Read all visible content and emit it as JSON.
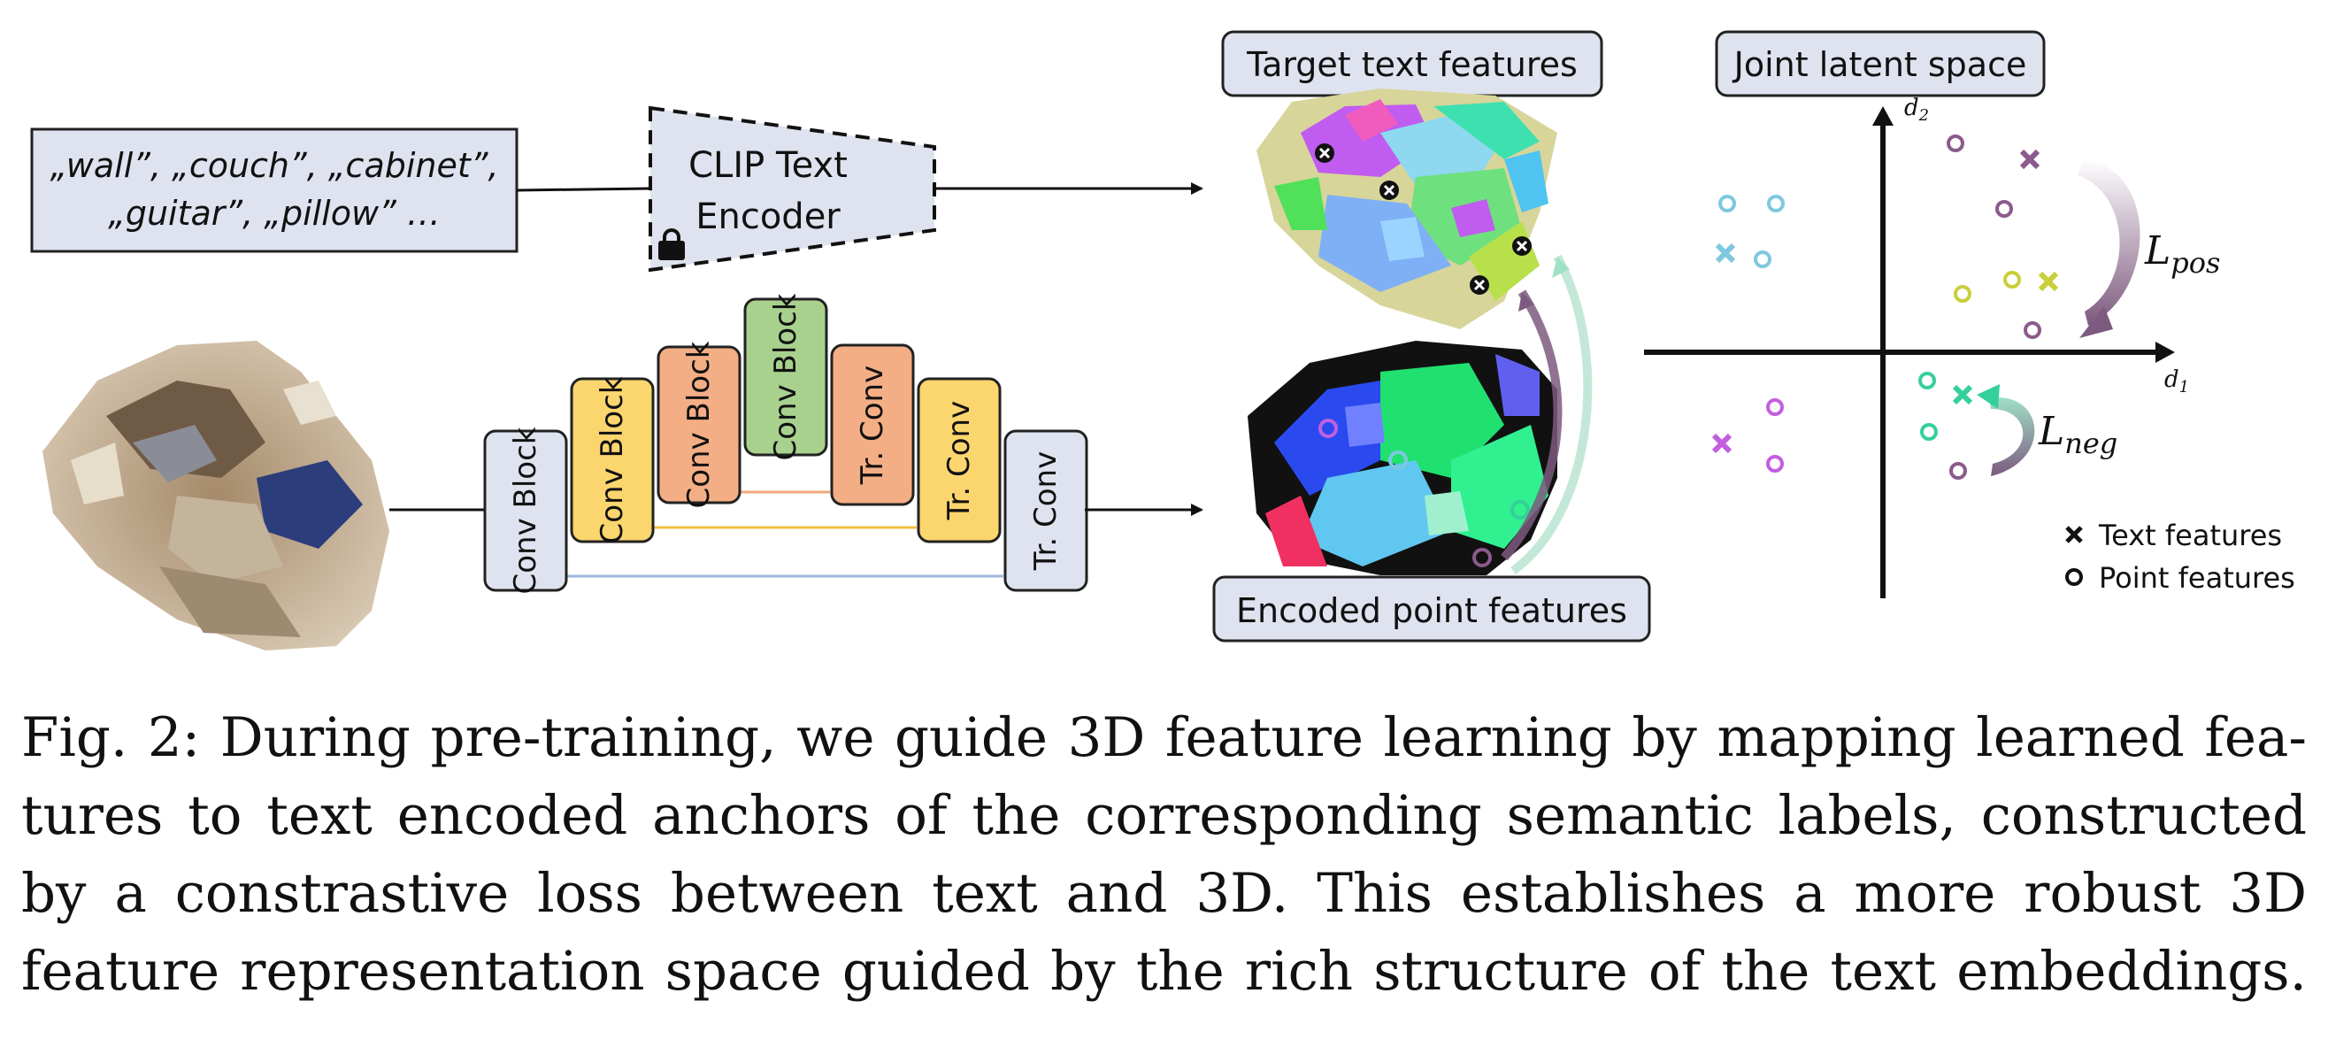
{
  "diagram": {
    "text_input_box": {
      "line1": "„wall”, „couch”, „cabinet”,",
      "line2": "„guitar”,  „pillow” …"
    },
    "clip_encoder": {
      "line1": "CLIP Text",
      "line2": "Encoder"
    },
    "unet_blocks": [
      {
        "label": "Conv Block",
        "color": "#dfe3ef"
      },
      {
        "label": "Conv Block",
        "color": "#fbd66e"
      },
      {
        "label": "Conv Block",
        "color": "#f4ae85"
      },
      {
        "label": "Conv Block",
        "color": "#a9d18e"
      },
      {
        "label": "Tr. Conv",
        "color": "#f4ae85"
      },
      {
        "label": "Tr. Conv",
        "color": "#fbd66e"
      },
      {
        "label": "Tr. Conv",
        "color": "#dfe3ef"
      }
    ],
    "target_text_features_label": "Target text features",
    "encoded_point_features_label": "Encoded point features",
    "joint_latent_space_label": "Joint latent space",
    "axis_x_label": "d",
    "axis_x_sub": "1",
    "axis_y_label": "d",
    "axis_y_sub": "2",
    "loss_pos": {
      "main": "L",
      "sub": "pos"
    },
    "loss_neg": {
      "main": "L",
      "sub": "neg"
    },
    "legend": {
      "text_features": "Text features",
      "point_features": "Point features"
    },
    "colors": {
      "box_fill": "#dfe3ef",
      "cyan": "#7ec8e0",
      "purple": "#8c5a8c",
      "yellow_green": "#c9cf3a",
      "magenta": "#c25fe0",
      "green": "#35d09a",
      "arrow_purple": "#7d5a7f"
    }
  },
  "caption": {
    "lines": [
      "Fig. 2: During pre-training, we guide 3D feature learning by mapping learned fea-",
      "tures to text encoded anchors of the corresponding semantic labels, constructed",
      "by a constrastive loss between text and 3D. This establishes a more robust 3D",
      "feature representation space guided by the rich structure of the text embeddings."
    ]
  }
}
